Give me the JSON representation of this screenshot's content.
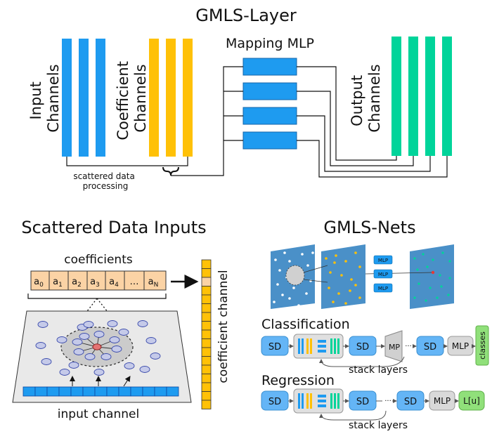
{
  "top": {
    "title": "GMLS-Layer",
    "mapping_label": "Mapping MLP",
    "input_label": [
      "Input",
      "Channels"
    ],
    "coef_label": [
      "Coefficient",
      "Channels"
    ],
    "output_label": [
      "Output",
      "Channels"
    ],
    "scatter_label": [
      "scattered data",
      "processing"
    ]
  },
  "scatter": {
    "title": "Scattered Data Inputs",
    "coef_heading": "coefficients",
    "coef_cells": [
      "a0",
      "a1",
      "a2",
      "a3",
      "a4",
      "…",
      "aN"
    ],
    "coef_cell_subs": [
      "0",
      "1",
      "2",
      "3",
      "4",
      "",
      "N"
    ],
    "input_label": "input channel",
    "coef_channel_label": "coefficient channel"
  },
  "nets": {
    "title": "GMLS-Nets",
    "mlp_boxes": [
      "MLP",
      "MLP",
      "MLP"
    ],
    "classification": {
      "heading": "Classification",
      "nodes": [
        "SD",
        "SD",
        "MP",
        "SD",
        "MLP",
        "classes"
      ],
      "dots": "···",
      "loop_label": "stack layers"
    },
    "regression": {
      "heading": "Regression",
      "nodes": [
        "SD",
        "SD",
        "SD",
        "MLP",
        "L[u]"
      ],
      "dots": "···",
      "loop_label": "stack layers"
    }
  },
  "colors": {
    "blue": "#1e9bf0",
    "yellow": "#ffc107",
    "green": "#00d49a",
    "sd_blue": "#64b5f6",
    "cell_orange": "#fbd3a5",
    "plate_blue": "#4a90c8"
  }
}
